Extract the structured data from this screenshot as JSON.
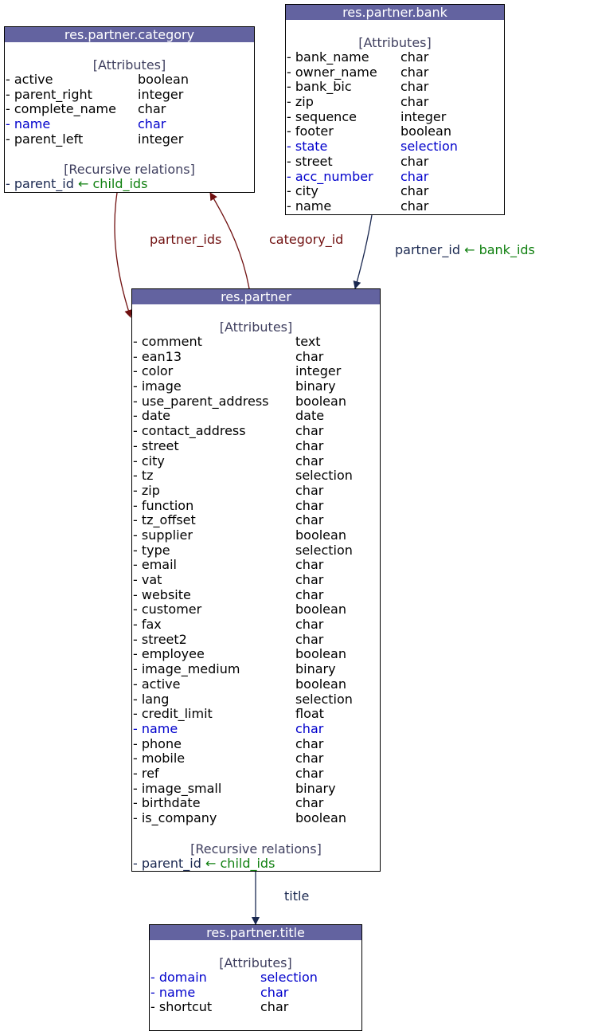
{
  "diagram": {
    "arrow_symbol": "←",
    "colors": {
      "title_bar": "#6363a0",
      "required_field": "#0000cc",
      "section_heading": "#404060",
      "relation_text": "#1a2850",
      "inverse_field": "#108010",
      "many2many_edge": "#701010",
      "many2one_edge": "#1a2850"
    },
    "nodes": {
      "category": {
        "title": "res.partner.category",
        "attributes_heading": "[Attributes]",
        "attributes": [
          {
            "name": "active",
            "type": "boolean",
            "required": false
          },
          {
            "name": "parent_right",
            "type": "integer",
            "required": false
          },
          {
            "name": "complete_name",
            "type": "char",
            "required": false
          },
          {
            "name": "name",
            "type": "char",
            "required": true
          },
          {
            "name": "parent_left",
            "type": "integer",
            "required": false
          }
        ],
        "relations_heading": "[Recursive relations]",
        "relations": [
          {
            "field": "parent_id",
            "inverse": "child_ids"
          }
        ]
      },
      "bank": {
        "title": "res.partner.bank",
        "attributes_heading": "[Attributes]",
        "attributes": [
          {
            "name": "bank_name",
            "type": "char",
            "required": false
          },
          {
            "name": "owner_name",
            "type": "char",
            "required": false
          },
          {
            "name": "bank_bic",
            "type": "char",
            "required": false
          },
          {
            "name": "zip",
            "type": "char",
            "required": false
          },
          {
            "name": "sequence",
            "type": "integer",
            "required": false
          },
          {
            "name": "footer",
            "type": "boolean",
            "required": false
          },
          {
            "name": "state",
            "type": "selection",
            "required": true
          },
          {
            "name": "street",
            "type": "char",
            "required": false
          },
          {
            "name": "acc_number",
            "type": "char",
            "required": true
          },
          {
            "name": "city",
            "type": "char",
            "required": false
          },
          {
            "name": "name",
            "type": "char",
            "required": false
          }
        ]
      },
      "partner": {
        "title": "res.partner",
        "attributes_heading": "[Attributes]",
        "attributes": [
          {
            "name": "comment",
            "type": "text",
            "required": false
          },
          {
            "name": "ean13",
            "type": "char",
            "required": false
          },
          {
            "name": "color",
            "type": "integer",
            "required": false
          },
          {
            "name": "image",
            "type": "binary",
            "required": false
          },
          {
            "name": "use_parent_address",
            "type": "boolean",
            "required": false
          },
          {
            "name": "date",
            "type": "date",
            "required": false
          },
          {
            "name": "contact_address",
            "type": "char",
            "required": false
          },
          {
            "name": "street",
            "type": "char",
            "required": false
          },
          {
            "name": "city",
            "type": "char",
            "required": false
          },
          {
            "name": "tz",
            "type": "selection",
            "required": false
          },
          {
            "name": "zip",
            "type": "char",
            "required": false
          },
          {
            "name": "function",
            "type": "char",
            "required": false
          },
          {
            "name": "tz_offset",
            "type": "char",
            "required": false
          },
          {
            "name": "supplier",
            "type": "boolean",
            "required": false
          },
          {
            "name": "type",
            "type": "selection",
            "required": false
          },
          {
            "name": "email",
            "type": "char",
            "required": false
          },
          {
            "name": "vat",
            "type": "char",
            "required": false
          },
          {
            "name": "website",
            "type": "char",
            "required": false
          },
          {
            "name": "customer",
            "type": "boolean",
            "required": false
          },
          {
            "name": "fax",
            "type": "char",
            "required": false
          },
          {
            "name": "street2",
            "type": "char",
            "required": false
          },
          {
            "name": "employee",
            "type": "boolean",
            "required": false
          },
          {
            "name": "image_medium",
            "type": "binary",
            "required": false
          },
          {
            "name": "active",
            "type": "boolean",
            "required": false
          },
          {
            "name": "lang",
            "type": "selection",
            "required": false
          },
          {
            "name": "credit_limit",
            "type": "float",
            "required": false
          },
          {
            "name": "name",
            "type": "char",
            "required": true
          },
          {
            "name": "phone",
            "type": "char",
            "required": false
          },
          {
            "name": "mobile",
            "type": "char",
            "required": false
          },
          {
            "name": "ref",
            "type": "char",
            "required": false
          },
          {
            "name": "image_small",
            "type": "binary",
            "required": false
          },
          {
            "name": "birthdate",
            "type": "char",
            "required": false
          },
          {
            "name": "is_company",
            "type": "boolean",
            "required": false
          }
        ],
        "relations_heading": "[Recursive relations]",
        "relations": [
          {
            "field": "parent_id",
            "inverse": "child_ids"
          }
        ]
      },
      "title": {
        "title": "res.partner.title",
        "attributes_heading": "[Attributes]",
        "attributes": [
          {
            "name": "domain",
            "type": "selection",
            "required": true
          },
          {
            "name": "name",
            "type": "char",
            "required": true
          },
          {
            "name": "shortcut",
            "type": "char",
            "required": false
          }
        ]
      }
    },
    "edges": {
      "partner_ids": {
        "label": "partner_ids"
      },
      "category_id": {
        "label": "category_id"
      },
      "bank": {
        "field": "partner_id",
        "inverse": "bank_ids"
      },
      "title": {
        "label": "title"
      }
    }
  }
}
